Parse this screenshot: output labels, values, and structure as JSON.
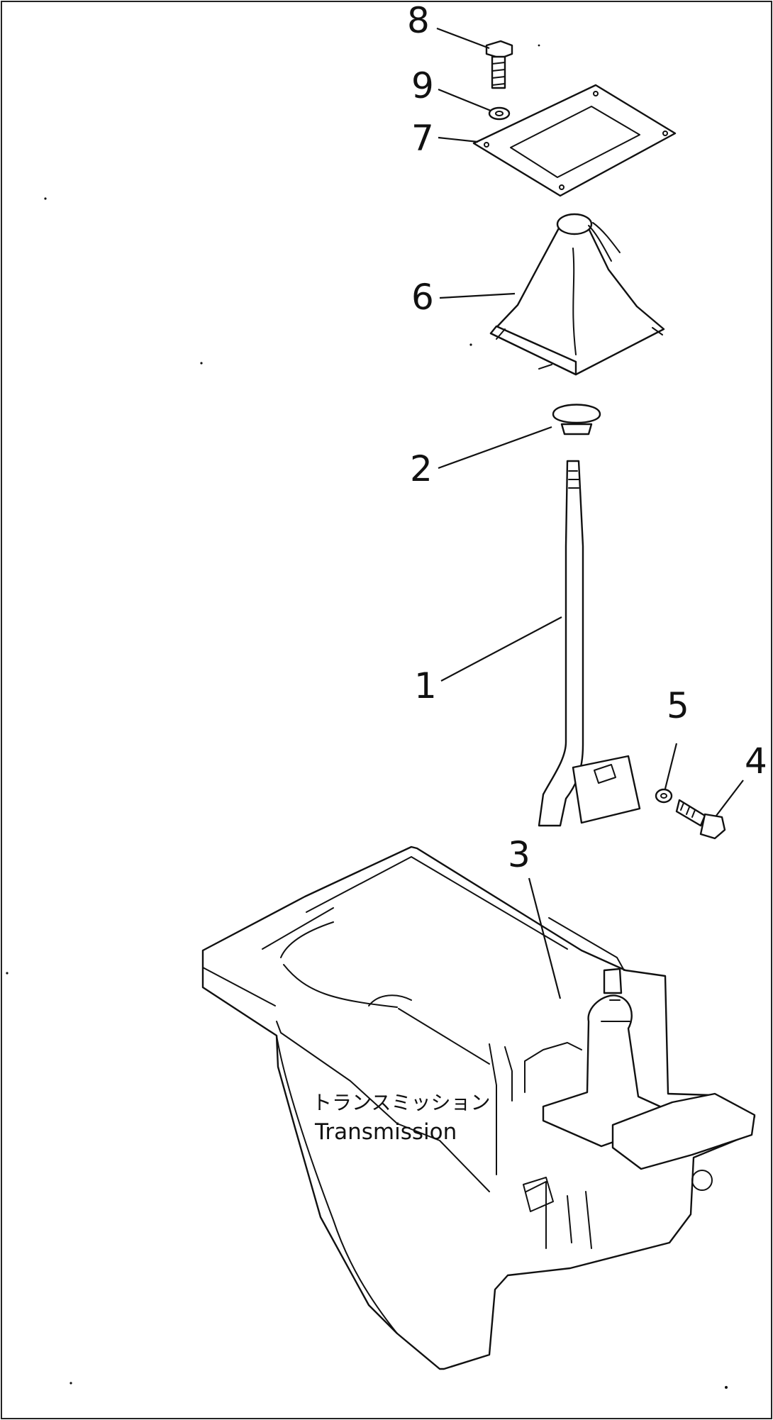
{
  "callouts": [
    {
      "id": "8",
      "label": "8"
    },
    {
      "id": "9",
      "label": "9"
    },
    {
      "id": "7",
      "label": "7"
    },
    {
      "id": "6",
      "label": "6"
    },
    {
      "id": "2",
      "label": "2"
    },
    {
      "id": "1",
      "label": "1"
    },
    {
      "id": "5",
      "label": "5"
    },
    {
      "id": "4",
      "label": "4"
    },
    {
      "id": "3",
      "label": "3"
    }
  ],
  "caption": {
    "japanese": "トランスミッション",
    "english": "Transmission"
  }
}
